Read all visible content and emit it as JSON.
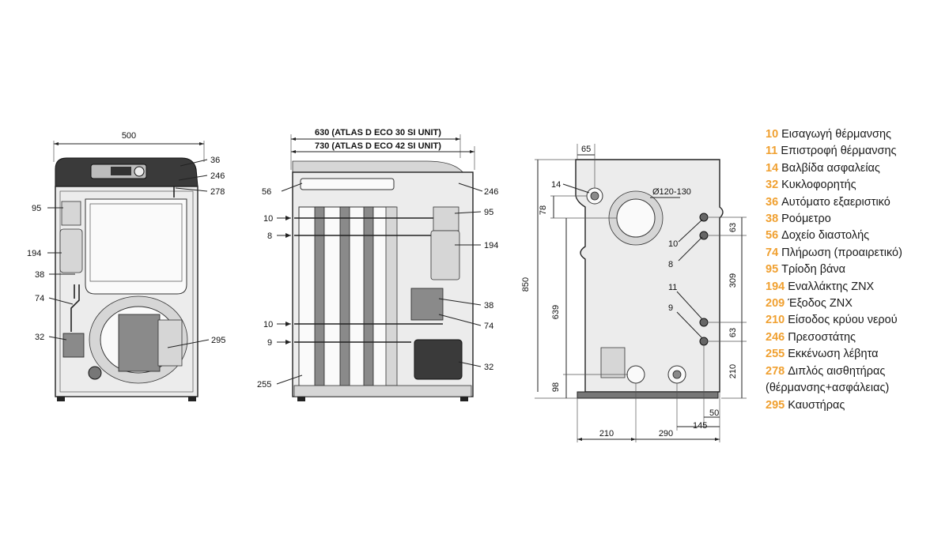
{
  "front_view": {
    "width_label": "500",
    "callouts": {
      "c95": "95",
      "c194": "194",
      "c38": "38",
      "c74": "74",
      "c32": "32",
      "c36": "36",
      "c246": "246",
      "c278": "278",
      "c295": "295"
    }
  },
  "side_view": {
    "width_30": "630 (ATLAS D ECO 30 SI UNIT)",
    "width_42": "730 (ATLAS D ECO 42 SI UNIT)",
    "callouts": {
      "c56": "56",
      "c10": "10",
      "c8": "8",
      "c10b": "10",
      "c9": "9",
      "c255": "255",
      "c246": "246",
      "c95": "95",
      "c194": "194",
      "c38": "38",
      "c74": "74",
      "c32": "32"
    }
  },
  "rear_view": {
    "dims": {
      "top_65": "65",
      "flue": "Ø120-130",
      "d78": "78",
      "d850": "850",
      "d639": "639",
      "d98": "98",
      "d63a": "63",
      "d309": "309",
      "d63b": "63",
      "d210v": "210",
      "d50": "50",
      "d145": "145",
      "d210h": "210",
      "d290": "290"
    },
    "callouts": {
      "c14": "14",
      "c10": "10",
      "c8": "8",
      "c11": "11",
      "c9": "9"
    }
  },
  "legend": [
    {
      "num": "10",
      "label": "Εισαγωγή θέρμανσης"
    },
    {
      "num": "11",
      "label": "Επιστροφή θέρμανσης"
    },
    {
      "num": "14",
      "label": "Βαλβίδα ασφαλείας"
    },
    {
      "num": "32",
      "label": "Κυκλοφορητής"
    },
    {
      "num": "36",
      "label": "Αυτόματο εξαεριστικό"
    },
    {
      "num": "38",
      "label": "Ροόμετρο"
    },
    {
      "num": "56",
      "label": "Δοχείο διαστολής"
    },
    {
      "num": "74",
      "label": "Πλήρωση (προαιρετικό)"
    },
    {
      "num": "95",
      "label": "Τρίοδη βάνα"
    },
    {
      "num": "194",
      "label": "Εναλλάκτης ΖΝΧ"
    },
    {
      "num": "209",
      "label": "Έξοδος ΖΝΧ"
    },
    {
      "num": "210",
      "label": "Είσοδος κρύου νερού"
    },
    {
      "num": "246",
      "label": "Πρεσοστάτης"
    },
    {
      "num": "255",
      "label": "Εκκένωση λέβητα"
    },
    {
      "num": "278",
      "label": "Διπλός αισθητήρας"
    },
    {
      "num": "",
      "label": "(θέρμανσης+ασφάλειας)"
    },
    {
      "num": "295",
      "label": "Καυστήρας"
    }
  ],
  "colors": {
    "accent": "#f0a030",
    "line": "#222222",
    "panel": "#ececec"
  }
}
